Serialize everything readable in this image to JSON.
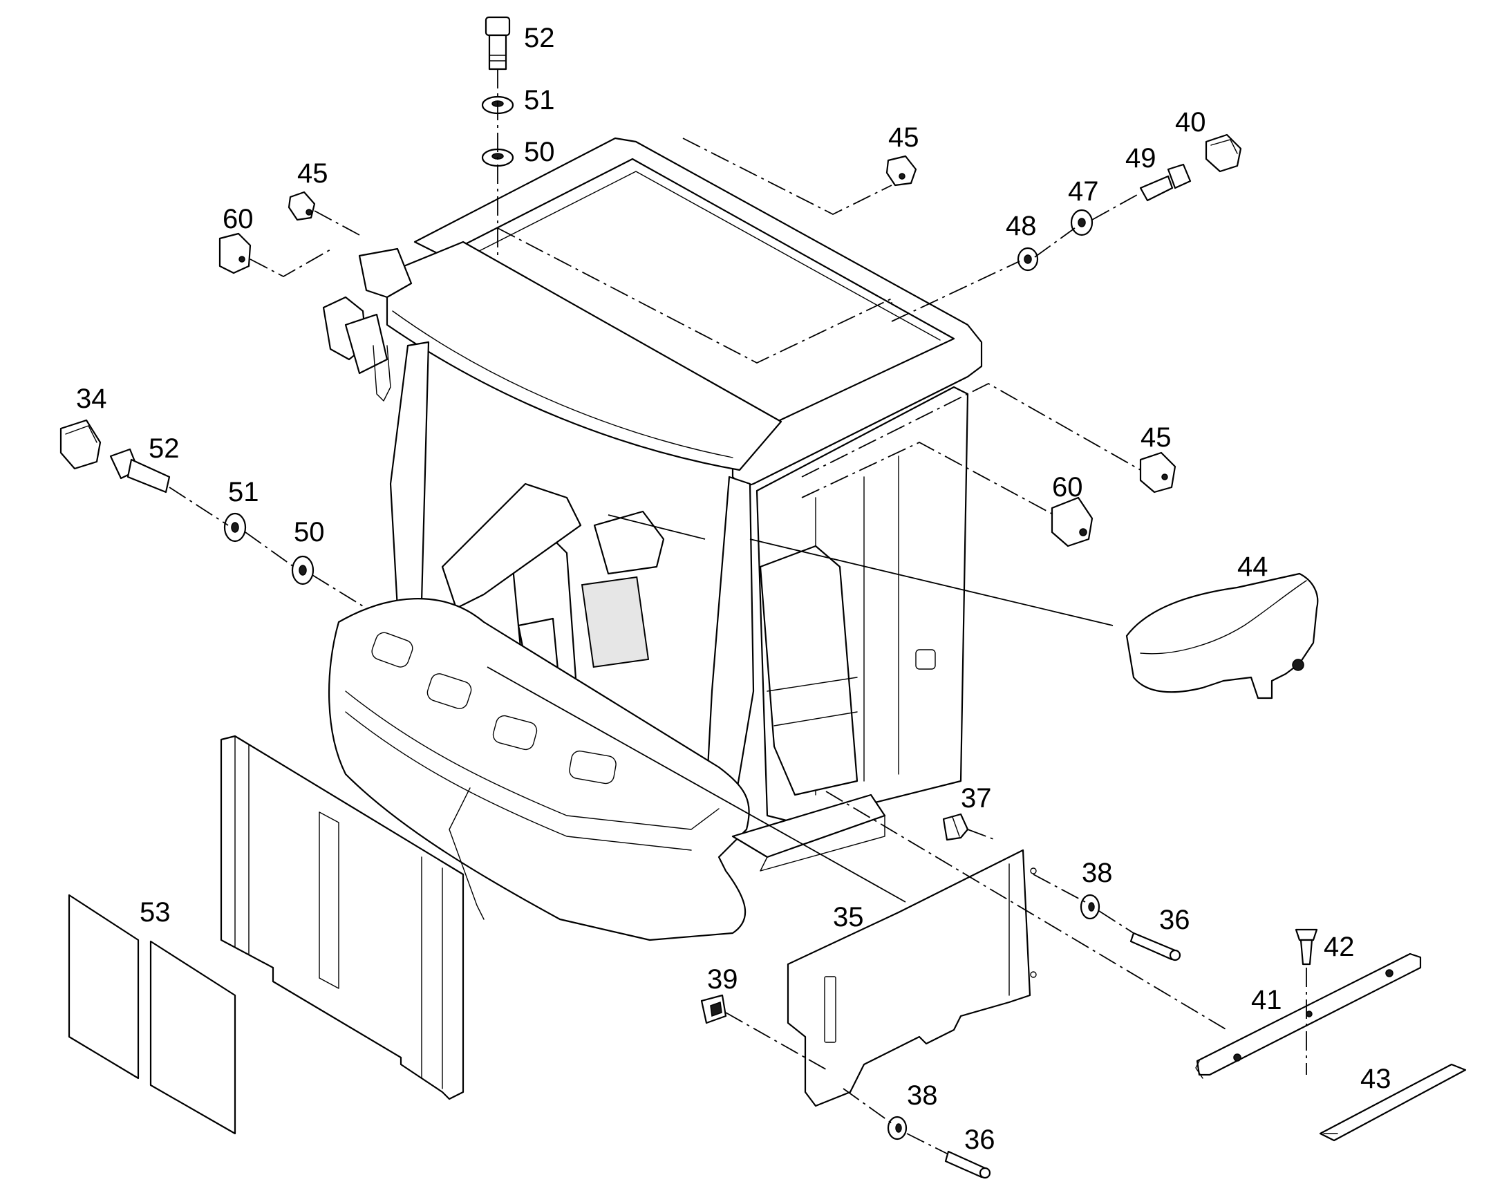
{
  "callouts": [
    {
      "id": "c52a",
      "label": "52"
    },
    {
      "id": "c51a",
      "label": "51"
    },
    {
      "id": "c50a",
      "label": "50"
    },
    {
      "id": "c45a",
      "label": "45"
    },
    {
      "id": "c40",
      "label": "40"
    },
    {
      "id": "c49",
      "label": "49"
    },
    {
      "id": "c47",
      "label": "47"
    },
    {
      "id": "c48",
      "label": "48"
    },
    {
      "id": "c45b",
      "label": "45"
    },
    {
      "id": "c60a",
      "label": "60"
    },
    {
      "id": "c34",
      "label": "34"
    },
    {
      "id": "c52b",
      "label": "52"
    },
    {
      "id": "c51b",
      "label": "51"
    },
    {
      "id": "c50b",
      "label": "50"
    },
    {
      "id": "c45c",
      "label": "45"
    },
    {
      "id": "c60b",
      "label": "60"
    },
    {
      "id": "c44",
      "label": "44"
    },
    {
      "id": "c37",
      "label": "37"
    },
    {
      "id": "c38a",
      "label": "38"
    },
    {
      "id": "c36a",
      "label": "36"
    },
    {
      "id": "c35",
      "label": "35"
    },
    {
      "id": "c42",
      "label": "42"
    },
    {
      "id": "c41",
      "label": "41"
    },
    {
      "id": "c53",
      "label": "53"
    },
    {
      "id": "c39",
      "label": "39"
    },
    {
      "id": "c38b",
      "label": "38"
    },
    {
      "id": "c43",
      "label": "43"
    },
    {
      "id": "c36b",
      "label": "36"
    }
  ]
}
